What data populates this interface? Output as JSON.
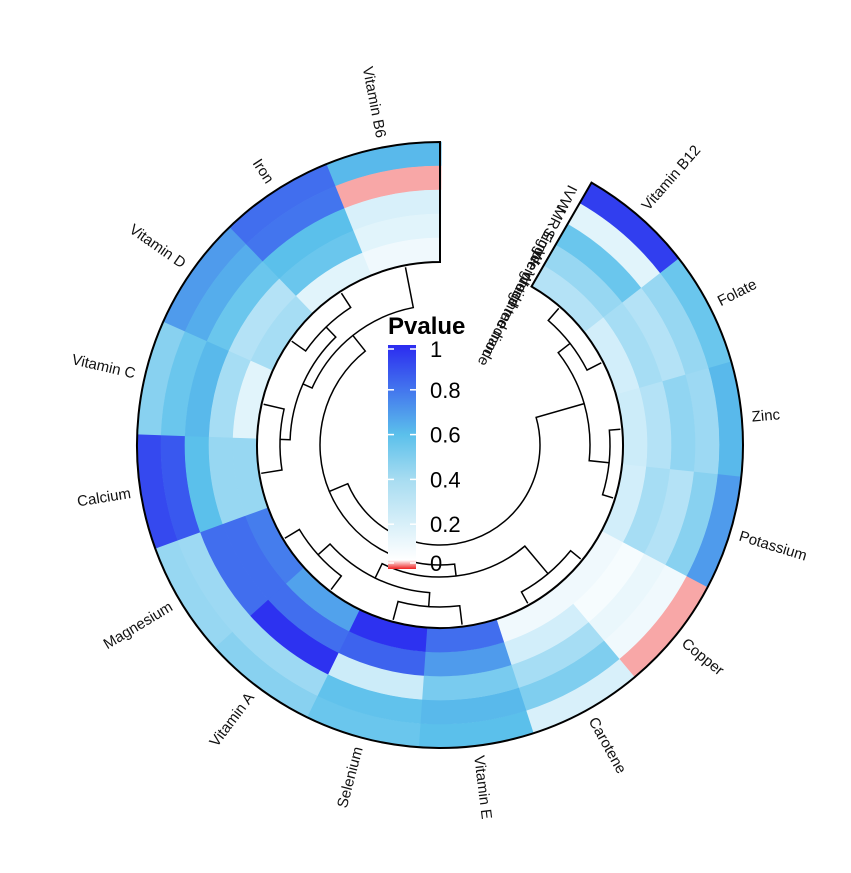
{
  "chart_data": {
    "type": "heatmap",
    "layout": "circular",
    "legend": {
      "title": "Pvalue",
      "ticks": [
        "0",
        "0.2",
        "0.4",
        "0.6",
        "0.8",
        "1"
      ],
      "tick_values": [
        0,
        0.2,
        0.4,
        0.6,
        0.8,
        1
      ],
      "placement": "center"
    },
    "methods": [
      "IVW",
      "MR Egger",
      "Simple mode",
      "Weighted median",
      "Weighted mode"
    ],
    "categories": [
      "Vitamin B12",
      "Folate",
      "Zinc",
      "Potassium",
      "Copper",
      "Carotene",
      "Vitamin E",
      "Selenium",
      "Vitamin A",
      "Magnesium",
      "Calcium",
      "Vitamin C",
      "Vitamin D",
      "Iron",
      "Vitamin B6"
    ],
    "values": [
      [
        0.95,
        0.15,
        0.55,
        0.4,
        0.3
      ],
      [
        0.55,
        0.4,
        0.3,
        0.35,
        0.2
      ],
      [
        0.62,
        0.38,
        0.42,
        0.3,
        0.22
      ],
      [
        0.7,
        0.45,
        0.3,
        0.35,
        0.2
      ],
      [
        0.03,
        0.1,
        0.12,
        0.08,
        0.1
      ],
      [
        0.18,
        0.48,
        0.35,
        0.2,
        0.1
      ],
      [
        0.6,
        0.62,
        0.5,
        0.7,
        0.82
      ],
      [
        0.55,
        0.58,
        0.22,
        0.85,
        0.98
      ],
      [
        0.45,
        0.38,
        0.98,
        0.82,
        0.68
      ],
      [
        0.4,
        0.38,
        0.82,
        0.82,
        0.78
      ],
      [
        0.92,
        0.88,
        0.6,
        0.4,
        0.4
      ],
      [
        0.45,
        0.55,
        0.62,
        0.35,
        0.15
      ],
      [
        0.7,
        0.65,
        0.55,
        0.3,
        0.35
      ],
      [
        0.82,
        0.8,
        0.6,
        0.55,
        0.15
      ],
      [
        0.62,
        0.03,
        0.18,
        0.15,
        0.1
      ]
    ],
    "colors": {
      "low": "#ee2222",
      "mid_low": "#ffffff",
      "mid": "#5bc0eb",
      "high": "#2b2bf0"
    }
  }
}
